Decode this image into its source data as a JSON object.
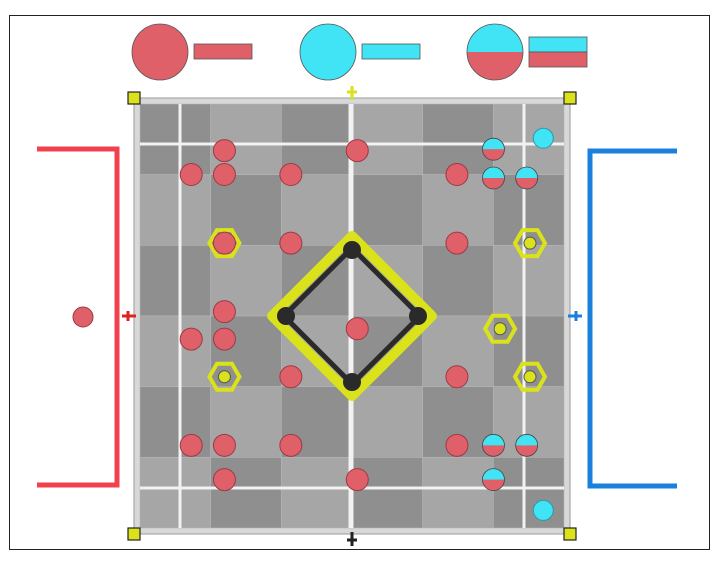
{
  "legend": [
    {
      "id": "red-disc",
      "colors": [
        "#e0606a"
      ]
    },
    {
      "id": "blue-disc",
      "colors": [
        "#40e4f4"
      ]
    },
    {
      "id": "split-disc",
      "colors": [
        "#40e4f4",
        "#e0606a"
      ]
    }
  ],
  "colors": {
    "red_team": "#f0424e",
    "blue_team": "#1a80dc",
    "field_dark": "#8f8f8f",
    "field_light": "#a6a6a6",
    "tape_white": "#f2f2f2",
    "goal_yellow": "#d9e21a",
    "goal_dark": "#2a2a2a",
    "disc_red": "#e0606a",
    "disc_blue": "#40e4f4",
    "disc_outline": "#9c3a44"
  },
  "field": {
    "grid_tiles": 6,
    "zones": [
      {
        "id": "red-zone",
        "side": "left",
        "color": "#f0424e",
        "discs": 1
      },
      {
        "id": "blue-zone",
        "side": "right",
        "color": "#1a80dc",
        "discs": 0
      }
    ],
    "center_goal": {
      "shape": "diamond",
      "color": "#d9e21a"
    },
    "red_discs": [
      [
        1,
        0.3
      ],
      [
        0.5,
        0.65
      ],
      [
        1,
        0.65
      ],
      [
        2,
        0.65
      ],
      [
        4.5,
        0.65
      ],
      [
        1,
        1.65
      ],
      [
        2,
        1.65
      ],
      [
        4.5,
        1.65
      ],
      [
        1,
        2.65
      ],
      [
        0.5,
        3.05
      ],
      [
        1,
        3.05
      ],
      [
        2,
        3.6
      ],
      [
        4.5,
        3.6
      ],
      [
        0.5,
        4.6
      ],
      [
        1,
        4.6
      ],
      [
        2,
        4.6
      ],
      [
        4.5,
        4.6
      ],
      [
        1,
        5.1
      ],
      [
        3,
        5.1
      ],
      [
        3,
        0.3
      ],
      [
        3,
        2.9
      ]
    ],
    "split_discs": [
      [
        5.05,
        0.28
      ],
      [
        5.05,
        0.7
      ],
      [
        5.55,
        0.7
      ],
      [
        5.05,
        4.6
      ],
      [
        5.55,
        4.6
      ],
      [
        5.05,
        5.1
      ]
    ],
    "blue_discs": [
      [
        5.8,
        0.12
      ],
      [
        5.8,
        5.55
      ]
    ],
    "hex_goals": [
      [
        1,
        1.65
      ],
      [
        1,
        3.6
      ],
      [
        5.6,
        1.65
      ],
      [
        5.6,
        3.6
      ],
      [
        5.15,
        2.9
      ]
    ]
  }
}
